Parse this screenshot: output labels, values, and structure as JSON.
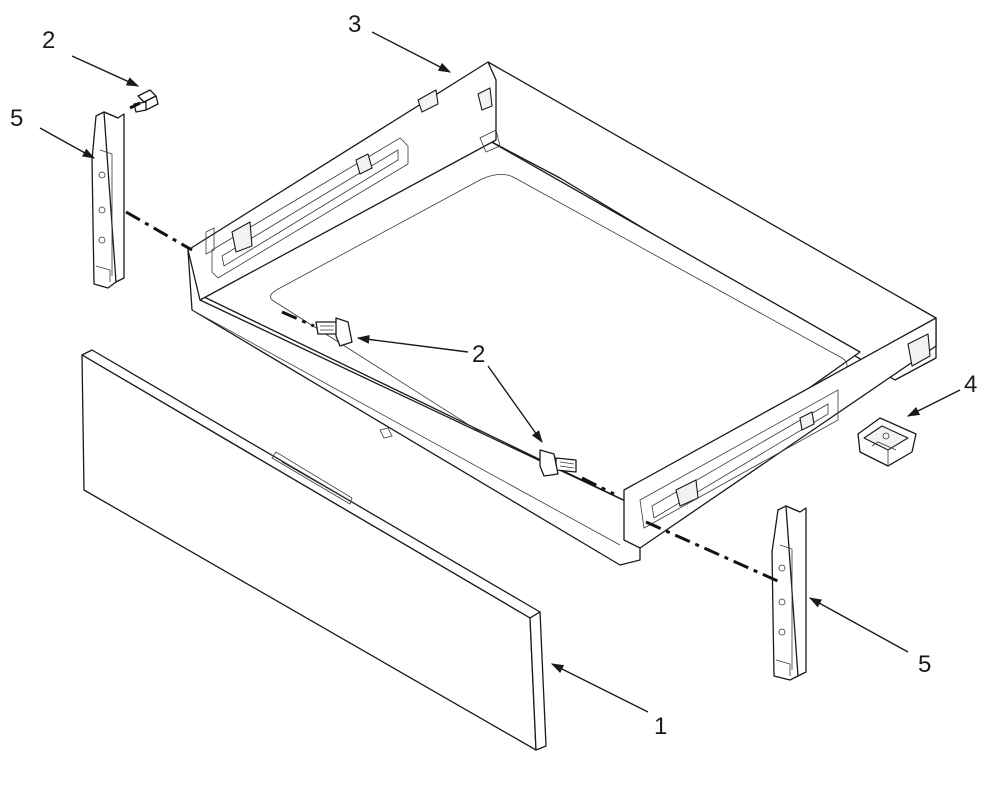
{
  "callouts": {
    "part1": "1",
    "part2_top": "2",
    "part2_middle": "2",
    "part3": "3",
    "part4": "4",
    "part5_left": "5",
    "part5_right": "5"
  },
  "colors": {
    "line": "#1a1a1a",
    "background": "#ffffff"
  }
}
